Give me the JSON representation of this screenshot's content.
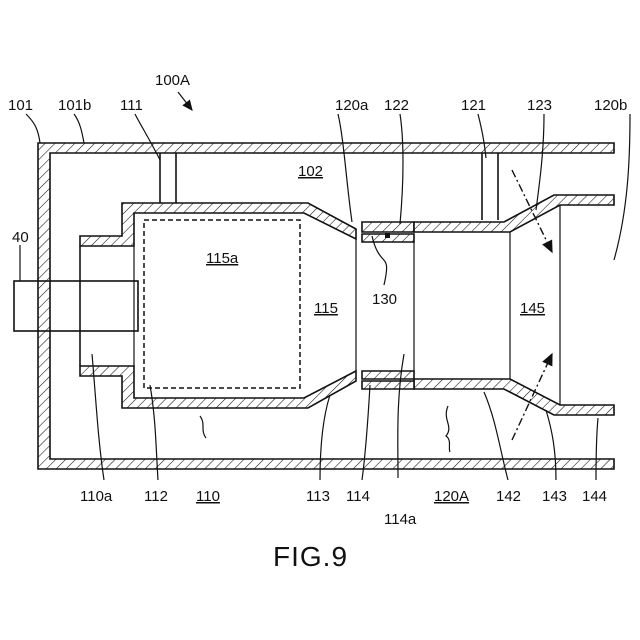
{
  "figure": {
    "caption": "FIG.9",
    "labels": {
      "l100A": "100A",
      "l101": "101",
      "l101b": "101b",
      "l111": "111",
      "l120a": "120a",
      "l122": "122",
      "l121": "121",
      "l123": "123",
      "l120b": "120b",
      "l102": "102",
      "l40": "40",
      "l115a": "115a",
      "l115": "115",
      "l130": "130",
      "l145": "145",
      "l110a": "110a",
      "l112": "112",
      "l110": "110",
      "l113": "113",
      "l114": "114",
      "l114a": "114a",
      "l120A": "120A",
      "l142": "142",
      "l143": "143",
      "l144": "144"
    }
  }
}
